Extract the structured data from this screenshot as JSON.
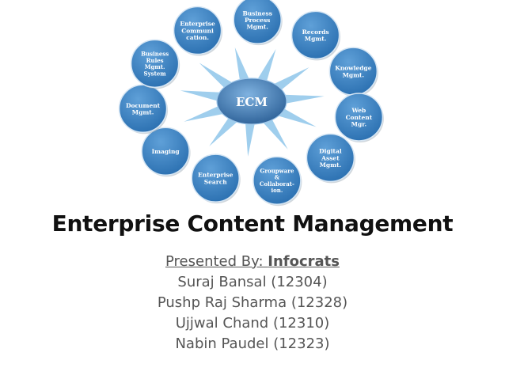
{
  "diagram": {
    "center": "ECM",
    "nodes": [
      [
        "Business",
        "Process",
        "Mgmt."
      ],
      [
        "Records",
        "Mgmt."
      ],
      [
        "Knowledge",
        "Mgmt."
      ],
      [
        "Web",
        "Content",
        "Mgr."
      ],
      [
        "Digital",
        "Asset",
        "Mgmt."
      ],
      [
        "Groupware",
        "&",
        "Collaborat-",
        "ion."
      ],
      [
        "Enterprise",
        "Search"
      ],
      [
        "Imaging"
      ],
      [
        "Document",
        "Mgmt."
      ],
      [
        "Business",
        "Rules",
        "Mgmt.",
        "System"
      ],
      [
        "Enterprise",
        "Communi",
        "cation."
      ]
    ],
    "colors": {
      "node": "#2a6fb0",
      "node_light": "#5fa0d8",
      "center": "#2b5f96",
      "center_light": "#7fb2e0",
      "rays": "#8ec6ea"
    }
  },
  "title": "Enterprise Content Management",
  "presented_by": {
    "label": "Presented By:",
    "group": "Infocrats"
  },
  "members": [
    "Suraj Bansal (12304)",
    "Pushp Raj Sharma (12328)",
    "Ujjwal Chand (12310)",
    "Nabin Paudel (12323)"
  ]
}
